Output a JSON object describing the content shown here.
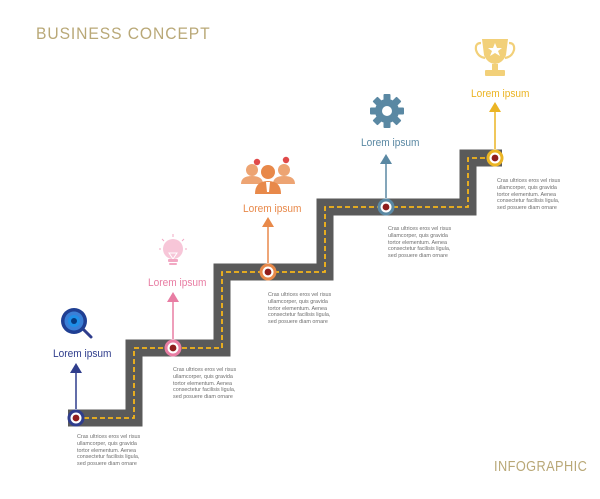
{
  "title": "BUSINESS CONCEPT",
  "footer": "INFOGRAPHIC",
  "colors": {
    "road": "#5a5a5a",
    "dash": "#f5b51b",
    "title": "#b9a877"
  },
  "steps": [
    {
      "label": "Lorem ipsum",
      "color": "#2f3d8c",
      "icon": "magnifier-icon",
      "description": [
        "Cras ultrices eros vel risus",
        "ullamcorper, quis gravida",
        "tortor elementum. Aenea",
        "consectetur facilisis ligula,",
        "sed posuere diam ornare"
      ]
    },
    {
      "label": "Lorem ipsum",
      "color": "#e87da3",
      "icon": "lightbulb-icon",
      "description": [
        "Cras ultrices eros vel risus",
        "ullamcorper, quis gravida",
        "tortor elementum. Aenea",
        "consectetur facilisis ligula,",
        "sed posuere diam ornare"
      ]
    },
    {
      "label": "Lorem ipsum",
      "color": "#e8894a",
      "icon": "team-icon",
      "description": [
        "Cras ultrices eros vel risus",
        "ullamcorper, quis gravida",
        "tortor elementum. Aenea",
        "consectetur facilisis ligula,",
        "sed posuere diam ornare"
      ]
    },
    {
      "label": "Lorem ipsum",
      "color": "#5a88a3",
      "icon": "gear-icon",
      "description": [
        "Cras ultrices eros vel risus",
        "ullamcorper, quis gravida",
        "tortor elementum. Aenea",
        "consectetur facilisis ligula,",
        "sed posuere diam ornare"
      ]
    },
    {
      "label": "Lorem ipsum",
      "color": "#ebb424",
      "icon": "trophy-icon",
      "description": [
        "Cras ultrices eros vel risus",
        "ullamcorper, quis gravida",
        "tortor elementum. Aenea",
        "consectetur facilisis ligula,",
        "sed posuere diam ornare"
      ]
    }
  ]
}
